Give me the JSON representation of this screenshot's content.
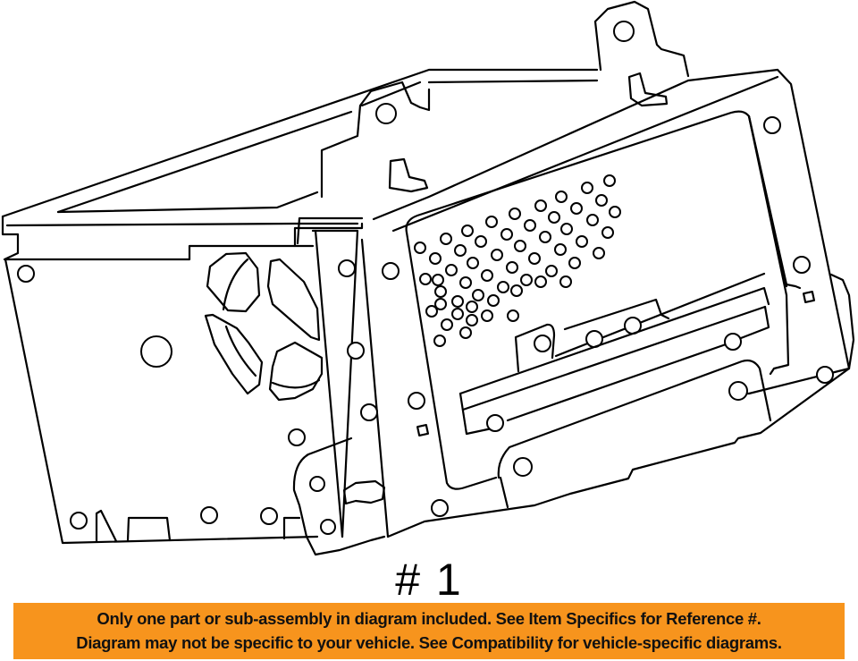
{
  "diagram": {
    "subject": "radio-receiver-chassis-line-drawing",
    "callout_label": "# 1"
  },
  "notice_banner": {
    "line1": "Only one part or sub-assembly in diagram included. See Item Specifics for Reference #.",
    "line2": "Diagram may not be specific to your vehicle. See Compatibility for vehicle-specific diagrams.",
    "background_color": "#F7941D",
    "text_color": "#111111"
  }
}
